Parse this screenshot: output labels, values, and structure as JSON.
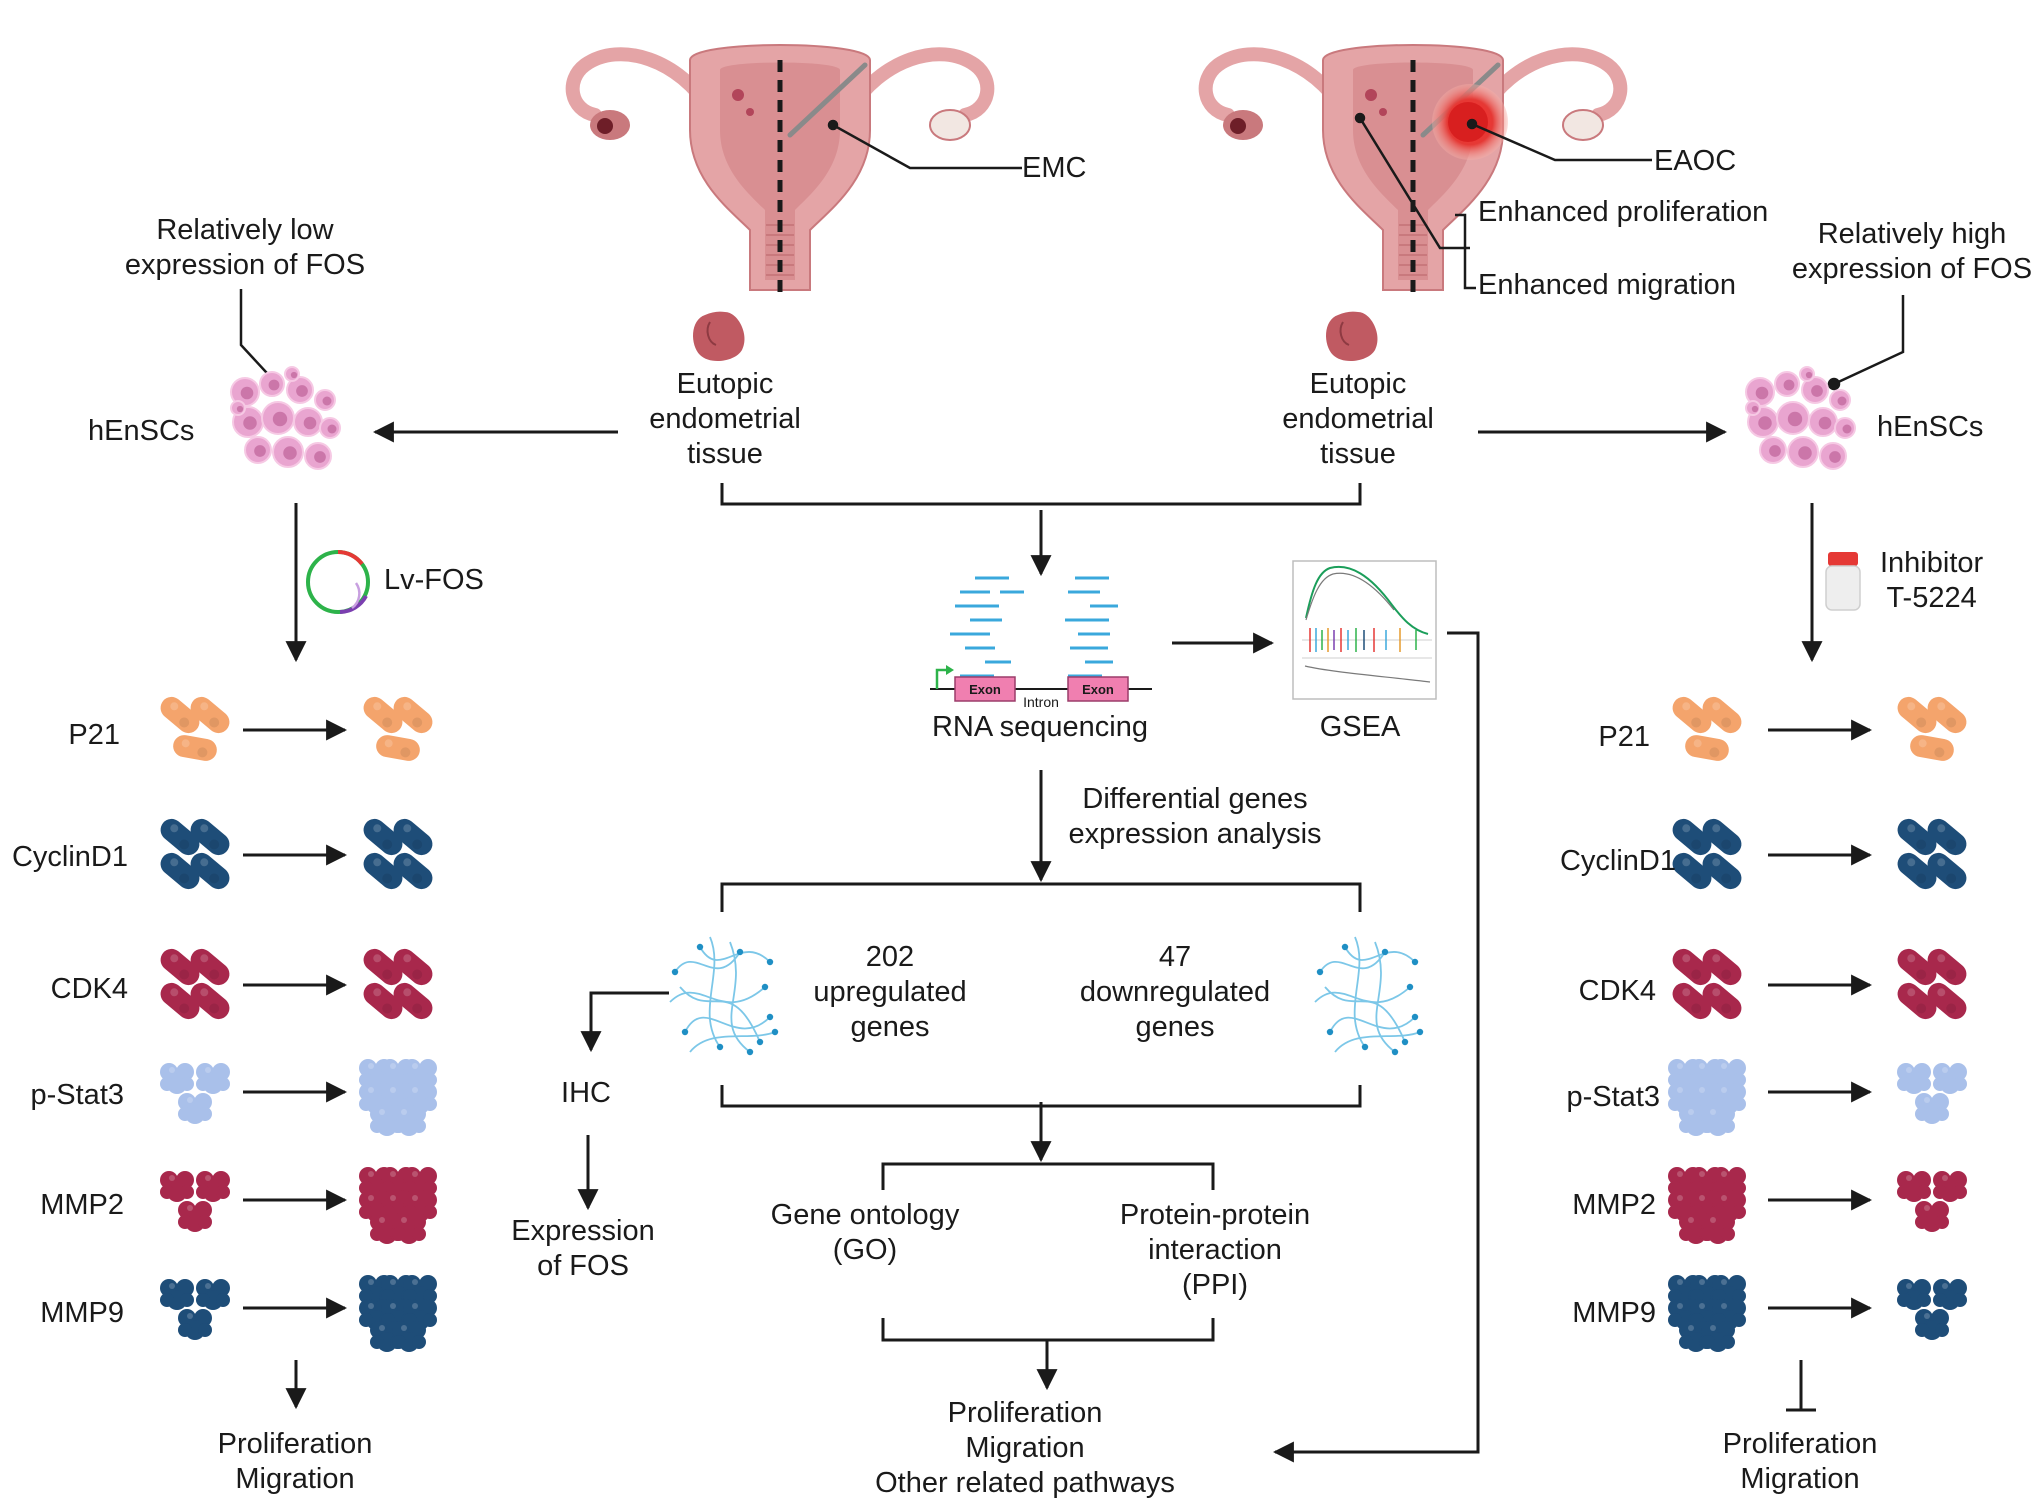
{
  "colors": {
    "line": "#1a1a1a",
    "uterus": "#e4a4a6",
    "uterus_dark": "#c9797d",
    "uterus_inner": "#d98f92",
    "tissue": "#c05a62",
    "cells": "#e9a5d0",
    "cells_dark": "#c0679c",
    "P21": "#f4a46c",
    "CyclinD1": "#1e4d78",
    "CDK4": "#a8284c",
    "p-Stat3": "#a9c0ea",
    "MMP2": "#a8284c",
    "MMP9": "#1e4d78",
    "lesion": "#e53935",
    "reads": "#3aa8dc",
    "exon": "#f07fb0",
    "network": "#3aa8dc",
    "promoter": "#2db34a"
  },
  "labels": {
    "emc": "EMC",
    "eaoc": "EAOC",
    "enhanced_proliferation": "Enhanced proliferation",
    "enhanced_migration": "Enhanced migration",
    "low_expression": "Relatively low\nexpression of FOS",
    "high_expression": "Relatively high\nexpression of FOS",
    "eutopic_left": "Eutopic\nendometrial\ntissue",
    "eutopic_right": "Eutopic\nendometrial\ntissue",
    "henscs_left": "hEnSCs",
    "henscs_right": "hEnSCs",
    "lv_fos": "Lv-FOS",
    "inhibitor": "Inhibitor\nT-5224",
    "rna_seq": "RNA sequencing",
    "gsea": "GSEA",
    "exon1": "Exon",
    "exon2": "Exon",
    "intron": "Intron",
    "deg": "Differential genes\nexpression analysis",
    "up": "202\nupregulated\ngenes",
    "down": "47\ndownregulated\ngenes",
    "ihc": "IHC",
    "expression_fos": "Expression\nof FOS",
    "go": "Gene ontology\n(GO)",
    "ppi": "Protein-protein\ninteraction\n(PPI)",
    "center_outcome": "Proliferation\nMigration\nOther related pathways",
    "left_outcome": "Proliferation\nMigration",
    "right_outcome": "Proliferation\nMigration"
  },
  "proteins": [
    {
      "name": "P21",
      "color_key": "P21",
      "shape": "capsule"
    },
    {
      "name": "CyclinD1",
      "color_key": "CyclinD1",
      "shape": "capsule"
    },
    {
      "name": "CDK4",
      "color_key": "CDK4",
      "shape": "capsule"
    },
    {
      "name": "p-Stat3",
      "color_key": "p-Stat3",
      "shape": "blob"
    },
    {
      "name": "MMP2",
      "color_key": "MMP2",
      "shape": "blob"
    },
    {
      "name": "MMP9",
      "color_key": "MMP9",
      "shape": "blob"
    }
  ]
}
